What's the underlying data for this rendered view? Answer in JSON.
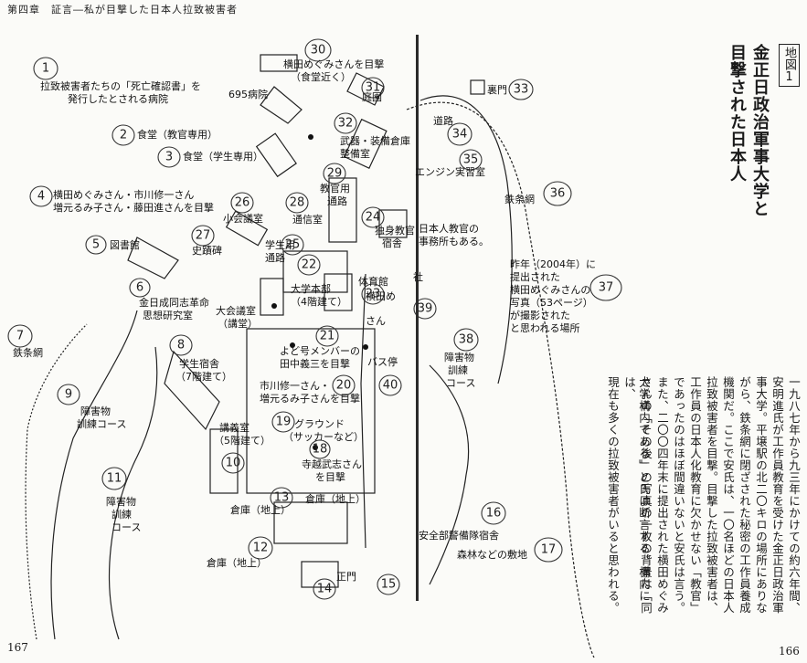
{
  "header": {
    "chapter_title": "第四章　証言―私が目撃した日本人拉致被害者"
  },
  "folios": {
    "left": "167",
    "right": "166"
  },
  "caption": {
    "box": "地図1",
    "title_line1": "金正日政治軍事大学と",
    "title_line2": "目撃された日本人"
  },
  "body_text": [
    "一九八七年から九三年にかけての約六年間、",
    "安明進氏が工作員教育を受けた金正日政治軍",
    "事大学。平壌駅の北二〇キロの場所にありな",
    "がら、鉄条網に閉ざされた秘密の工作員養成",
    "機関だ。ここで安氏は、一〇名ほどの日本人",
    "拉致被害者を目撃。目撃した拉致被害者は、",
    "工作員の日本人化教育に欠かせない「教官」",
    "であったのはほぼ間違いないと安氏は言う。",
    "また、二〇〇四年末に提出された横田めぐみ",
    "さんの「その後」の写真の一枚の背景は「同",
    "大学構内である」と氏は断言する。構内には、",
    "現在も多くの拉致被害者がいると思われる。"
  ],
  "map_labels": {
    "l1": "拉致被害者たちの「死亡確認書」を",
    "l1b": "発行したとされる病院",
    "l695": "695病院",
    "l2": "食堂（教官専用）",
    "l3": "食堂（学生専用）",
    "l4a": "横田めぐみさん・市川修一さん",
    "l4b": "増元るみ子さん・藤田進さんを目撃",
    "l5": "図書館",
    "l6a": "金日成同志革命",
    "l6b": "思想研究室",
    "l7": "鉄条網",
    "l8a": "学生宿舎",
    "l8b": "（7階建て）",
    "l9a": "障害物",
    "l9b": "訓練コース",
    "l10a": "講義室",
    "l10b": "（5階建て）",
    "l11a": "障害物",
    "l11b": "訓練",
    "l11c": "コース",
    "l12": "倉庫（地上）",
    "l13": "倉庫（地上）",
    "l14": "正門",
    "l16": "安全部警備隊宿舎",
    "l17": "森林などの敷地",
    "l18a": "寺越武志さん",
    "l18b": "を目撃",
    "l19a": "グラウンド",
    "l19b": "（サッカーなど）",
    "l20a": "市川修一さん・",
    "l20b": "増元るみ子さんを目撃",
    "l21a": "よど号メンバーの",
    "l21b": "田中義三を目撃",
    "l22a": "大学本部",
    "l22b": "（4階建て）",
    "l23": "体育館",
    "l24a": "独身教官",
    "l24b": "宿舎",
    "l24c": "日本人教官の",
    "l24d": "事務所もある。",
    "l25a": "学生用",
    "l25b": "通路",
    "l26": "小会議室",
    "l27": "史蹟碑",
    "l28": "通信室",
    "l29a": "教官用",
    "l29b": "通路",
    "l30a": "横田めぐみさんを目撃",
    "l30b": "（食堂近く）",
    "l31": "庭園",
    "l32a": "武器・装備倉庫",
    "l32b": "整備室",
    "l33": "裏門",
    "l34": "道路",
    "l35": "エンジン実習室",
    "l36": "鉄条網",
    "l37a": "昨年（2004年）に",
    "l37b": "提出された",
    "l37c": "横田めぐみさんの",
    "l37d": "写真（53ページ）",
    "l37e": "が撮影された",
    "l37f": "と思われる場所",
    "l38a": "障害物",
    "l38b": "訓練",
    "l38c": "コース",
    "l39": "社",
    "l40": "バス停",
    "lconf_a": "大会議室",
    "lconf_b": "（講堂）",
    "lyoko": "横田め",
    "lyoko2": "さん"
  },
  "circled_numbers": [
    "1",
    "2",
    "3",
    "4",
    "5",
    "6",
    "7",
    "8",
    "9",
    "10",
    "11",
    "12",
    "13",
    "14",
    "15",
    "16",
    "17",
    "18",
    "19",
    "20",
    "21",
    "22",
    "23",
    "24",
    "25",
    "26",
    "27",
    "28",
    "29",
    "30",
    "31",
    "32",
    "33",
    "34",
    "35",
    "36",
    "37",
    "38",
    "39",
    "40"
  ]
}
